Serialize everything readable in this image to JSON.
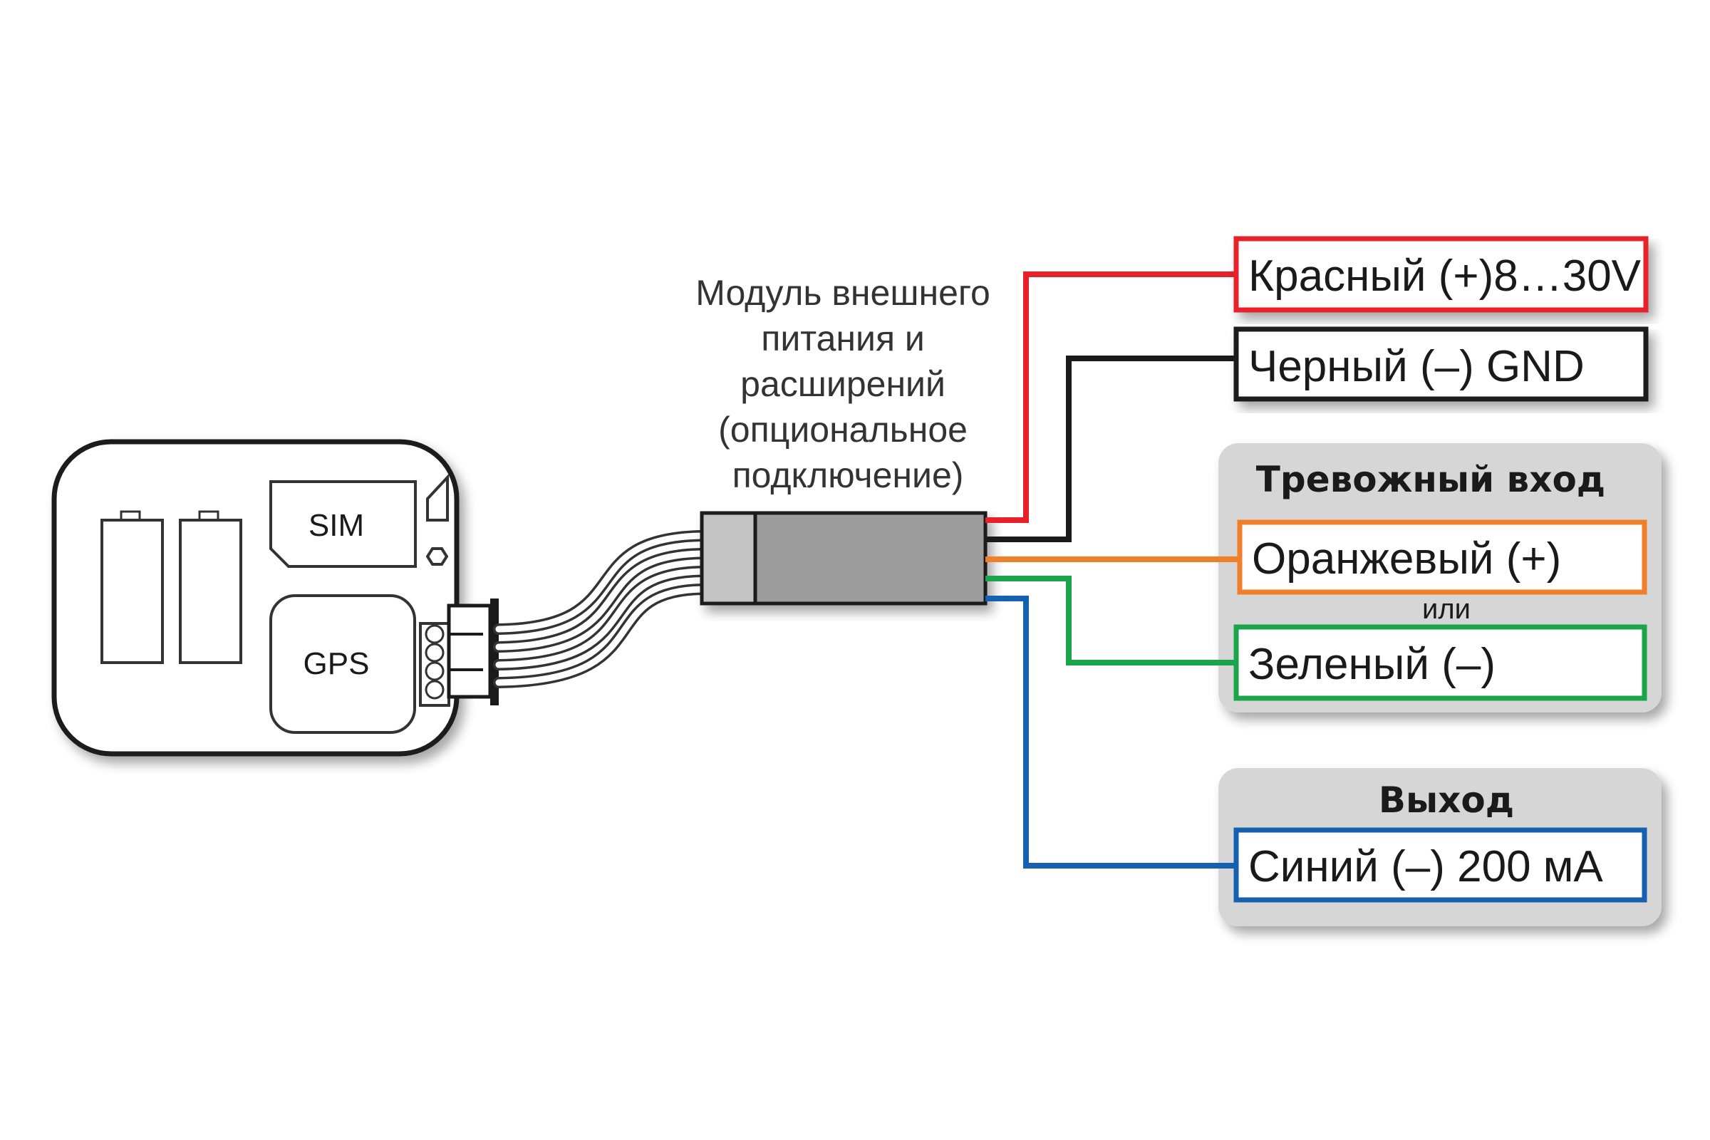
{
  "device": {
    "sim_label": "SIM",
    "gps_label": "GPS"
  },
  "module": {
    "caption_lines": [
      "Модуль внешнего",
      "питания и",
      "расширений",
      "(опциональное",
      "подключение)"
    ]
  },
  "wires": {
    "red": {
      "label": "Красный (+)8…30V",
      "color": "#e8202a"
    },
    "black": {
      "label": "Черный (–) GND",
      "color": "#1a1a1a"
    },
    "orange": {
      "label": "Оранжевый (+)",
      "color": "#f07f2a"
    },
    "green": {
      "label": "Зеленый (–)",
      "color": "#1aa54a"
    },
    "blue": {
      "label": "Синий (–) 200 мА",
      "color": "#1560b0"
    }
  },
  "groups": {
    "alarm": {
      "title": "Тревожный вход",
      "or_text": "или"
    },
    "output": {
      "title": "Выход"
    }
  }
}
